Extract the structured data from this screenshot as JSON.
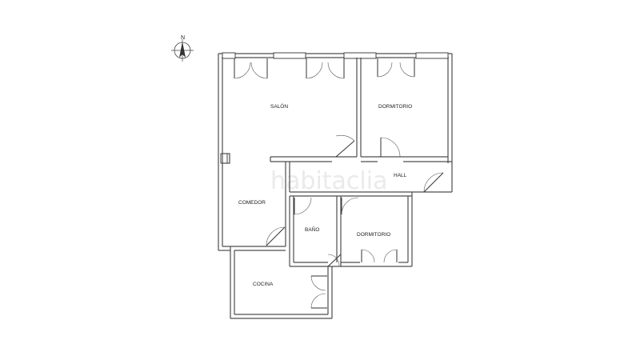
{
  "compass": {
    "north_label": "N"
  },
  "rooms": {
    "salon": "SALÓN",
    "dormitorio_1": "DORMITORIO",
    "hall": "HALL",
    "comedor": "COMEDOR",
    "bano": "BAÑO",
    "dormitorio_2": "DORMITORIO",
    "cocina": "COCINA"
  },
  "watermark": "habitaclia"
}
